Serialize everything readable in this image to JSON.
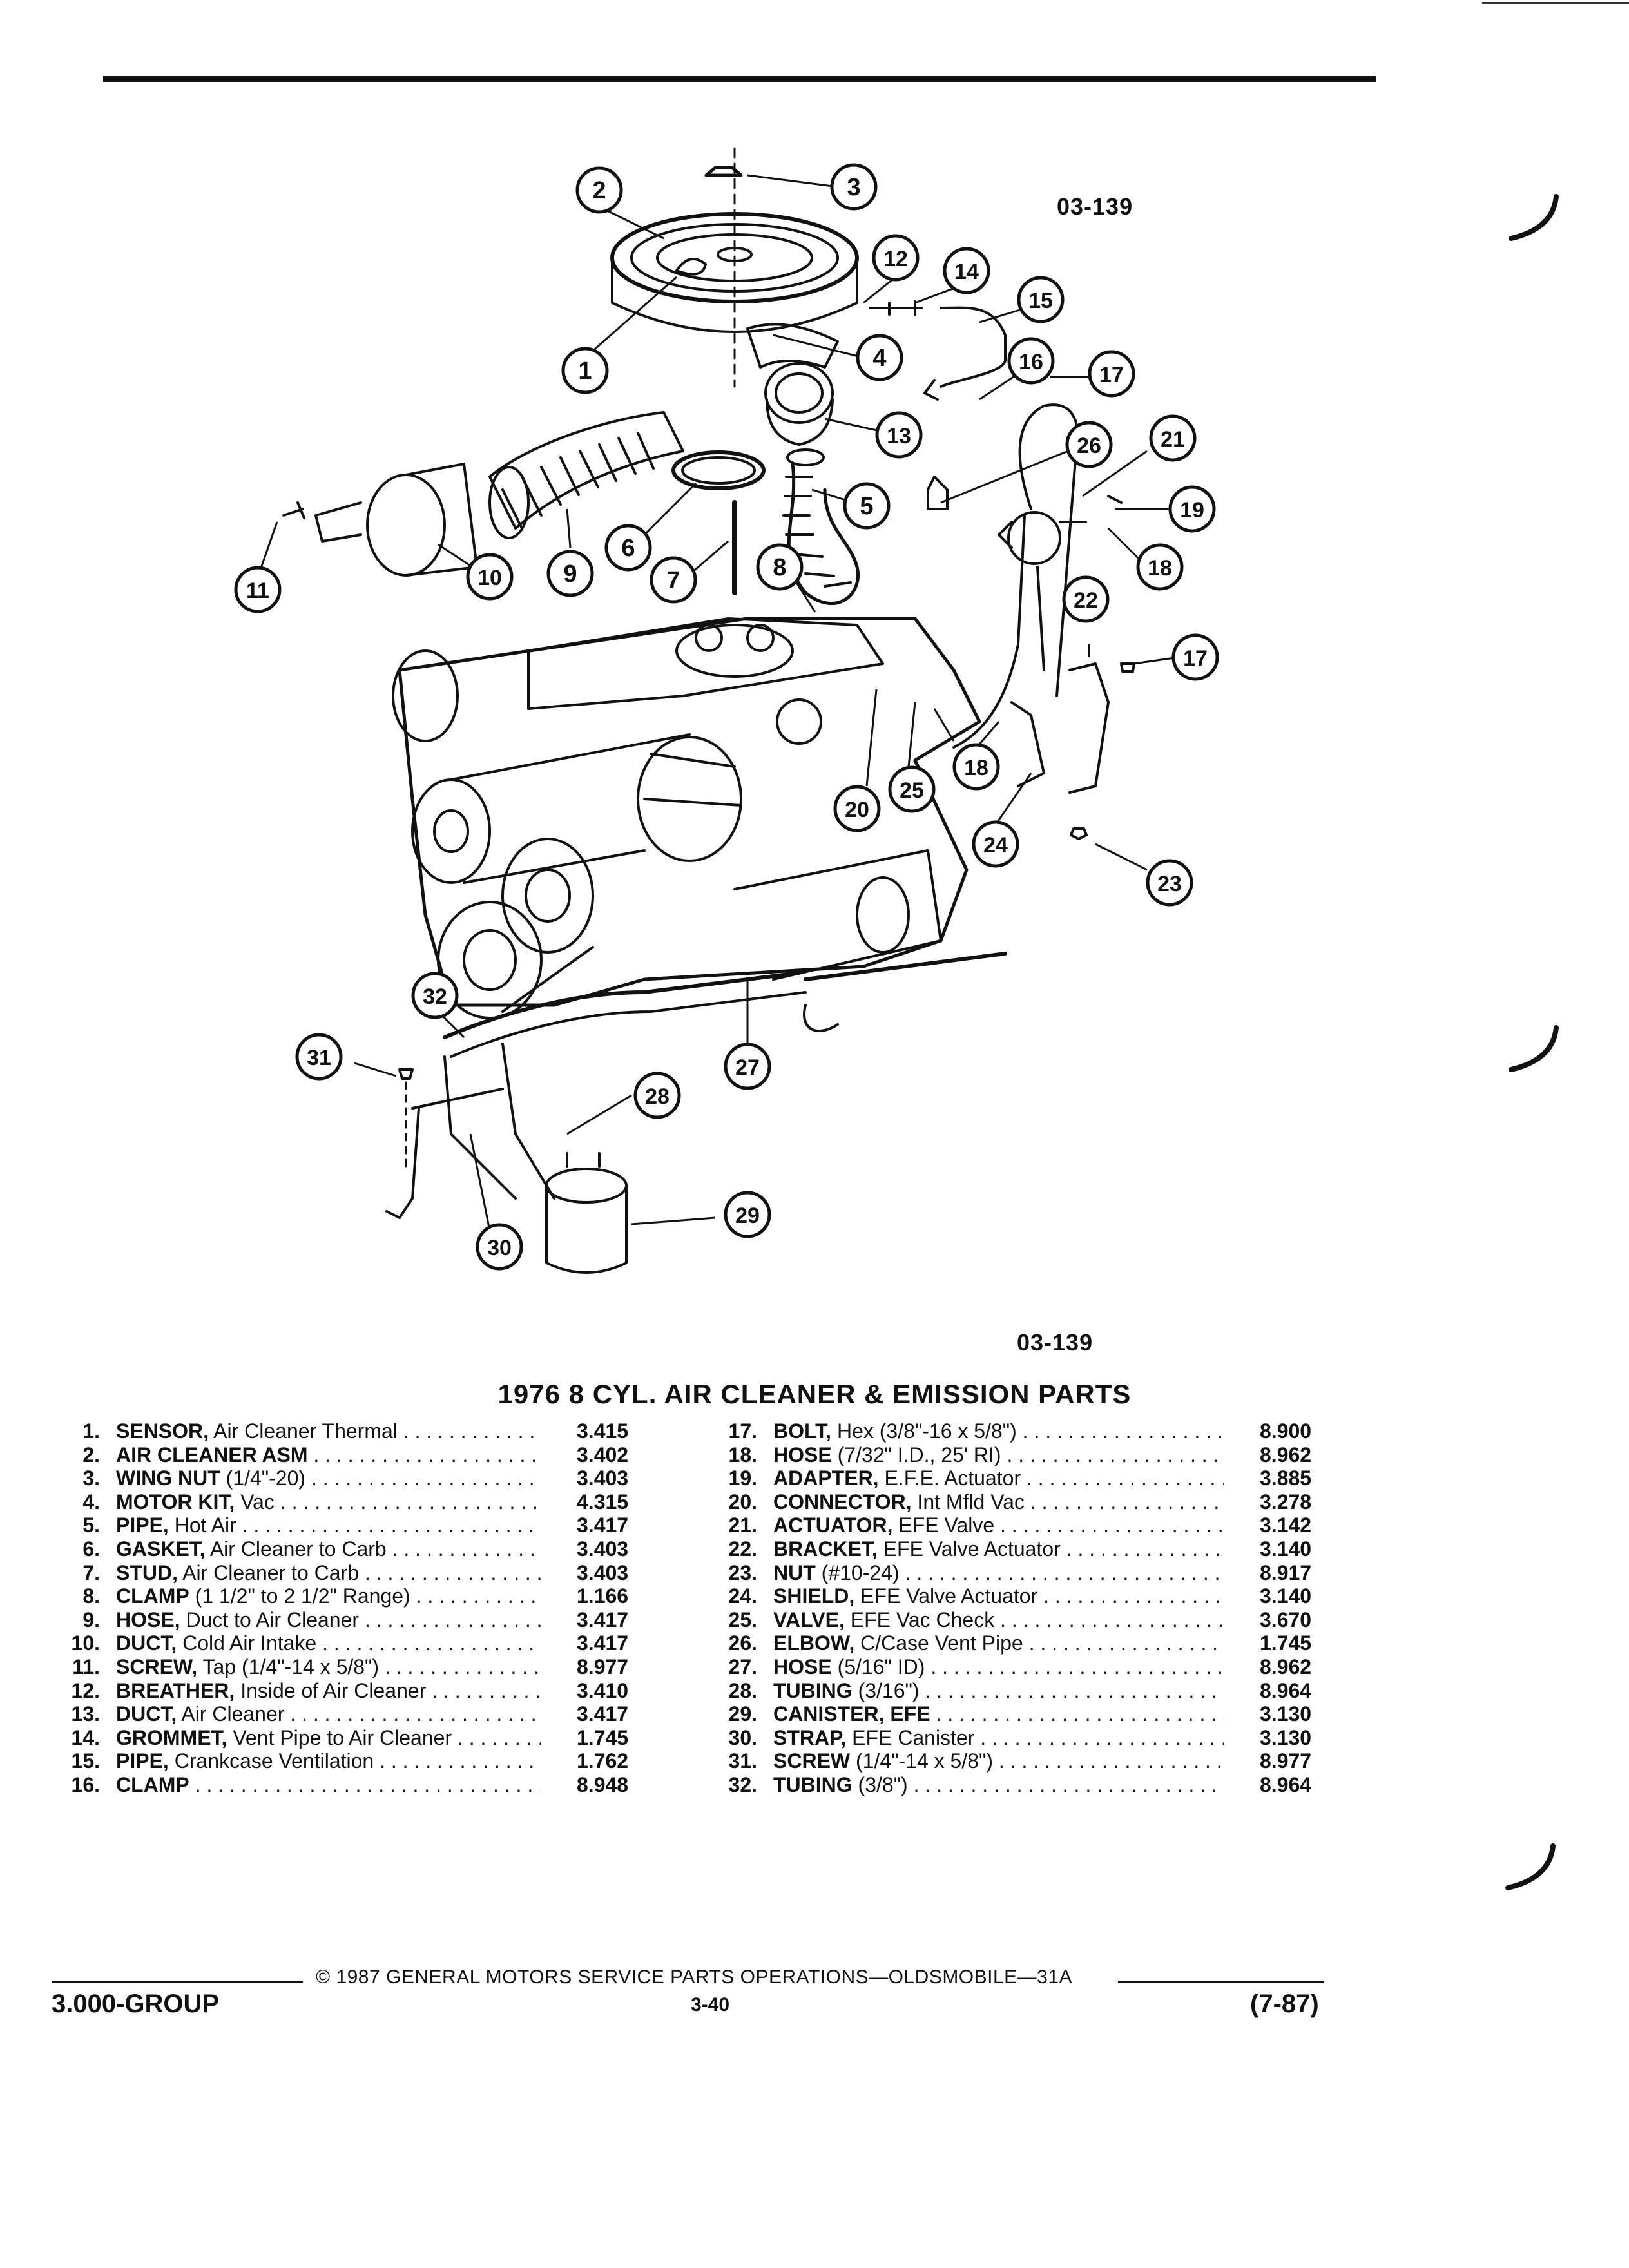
{
  "header": {
    "figure_code_top": "03-139"
  },
  "diagram": {
    "callouts": [
      "1",
      "2",
      "3",
      "4",
      "5",
      "6",
      "7",
      "8",
      "9",
      "10",
      "11",
      "12",
      "13",
      "14",
      "15",
      "16",
      "17",
      "17",
      "18",
      "18",
      "19",
      "20",
      "21",
      "22",
      "23",
      "24",
      "25",
      "26",
      "27",
      "28",
      "29",
      "30",
      "31",
      "32"
    ]
  },
  "caption": {
    "figure_code_bottom": "03-139",
    "title": "1976 8 CYL. AIR CLEANER & EMISSION PARTS"
  },
  "parts_left": [
    {
      "num": "1.",
      "name": "SENSOR,",
      "detail": " Air Cleaner Thermal",
      "price": "3.415"
    },
    {
      "num": "2.",
      "name": "AIR CLEANER ASM",
      "detail": "",
      "price": "3.402"
    },
    {
      "num": "3.",
      "name": "WING NUT",
      "detail": " (1/4\"-20)",
      "price": "3.403"
    },
    {
      "num": "4.",
      "name": "MOTOR KIT,",
      "detail": " Vac",
      "price": "4.315"
    },
    {
      "num": "5.",
      "name": "PIPE,",
      "detail": " Hot Air",
      "price": "3.417"
    },
    {
      "num": "6.",
      "name": "GASKET,",
      "detail": " Air Cleaner to Carb",
      "price": "3.403"
    },
    {
      "num": "7.",
      "name": "STUD,",
      "detail": " Air Cleaner to Carb",
      "price": "3.403"
    },
    {
      "num": "8.",
      "name": "CLAMP",
      "detail": " (1 1/2\" to 2 1/2\" Range)",
      "price": "1.166"
    },
    {
      "num": "9.",
      "name": "HOSE,",
      "detail": " Duct to Air Cleaner",
      "price": "3.417"
    },
    {
      "num": "10.",
      "name": "DUCT,",
      "detail": " Cold Air Intake",
      "price": "3.417"
    },
    {
      "num": "11.",
      "name": "SCREW,",
      "detail": " Tap (1/4\"-14 x 5/8\")",
      "price": "8.977"
    },
    {
      "num": "12.",
      "name": "BREATHER,",
      "detail": " Inside of Air Cleaner",
      "price": "3.410"
    },
    {
      "num": "13.",
      "name": "DUCT,",
      "detail": " Air Cleaner",
      "price": "3.417"
    },
    {
      "num": "14.",
      "name": "GROMMET,",
      "detail": " Vent Pipe to Air Cleaner",
      "price": "1.745"
    },
    {
      "num": "15.",
      "name": "PIPE,",
      "detail": " Crankcase Ventilation",
      "price": "1.762"
    },
    {
      "num": "16.",
      "name": "CLAMP",
      "detail": "",
      "price": "8.948"
    }
  ],
  "parts_right": [
    {
      "num": "17.",
      "name": "BOLT,",
      "detail": " Hex (3/8\"-16 x 5/8\")",
      "price": "8.900"
    },
    {
      "num": "18.",
      "name": "HOSE",
      "detail": " (7/32\" I.D., 25' RI)",
      "price": "8.962"
    },
    {
      "num": "19.",
      "name": "ADAPTER,",
      "detail": " E.F.E. Actuator",
      "price": "3.885"
    },
    {
      "num": "20.",
      "name": "CONNECTOR,",
      "detail": " Int Mfld Vac",
      "price": "3.278"
    },
    {
      "num": "21.",
      "name": "ACTUATOR,",
      "detail": " EFE Valve",
      "price": "3.142"
    },
    {
      "num": "22.",
      "name": "BRACKET,",
      "detail": " EFE Valve Actuator",
      "price": "3.140"
    },
    {
      "num": "23.",
      "name": "NUT",
      "detail": " (#10-24)",
      "price": "8.917"
    },
    {
      "num": "24.",
      "name": "SHIELD,",
      "detail": " EFE Valve Actuator",
      "price": "3.140"
    },
    {
      "num": "25.",
      "name": "VALVE,",
      "detail": " EFE Vac Check",
      "price": "3.670"
    },
    {
      "num": "26.",
      "name": "ELBOW,",
      "detail": " C/Case Vent Pipe",
      "price": "1.745"
    },
    {
      "num": "27.",
      "name": "HOSE",
      "detail": " (5/16\" ID)",
      "price": "8.962"
    },
    {
      "num": "28.",
      "name": "TUBING",
      "detail": " (3/16\")",
      "price": "8.964"
    },
    {
      "num": "29.",
      "name": "CANISTER, EFE",
      "detail": "",
      "price": "3.130"
    },
    {
      "num": "30.",
      "name": "STRAP,",
      "detail": " EFE Canister",
      "price": "3.130"
    },
    {
      "num": "31.",
      "name": "SCREW",
      "detail": " (1/4\"-14 x 5/8\")",
      "price": "8.977"
    },
    {
      "num": "32.",
      "name": "TUBING",
      "detail": " (3/8\")",
      "price": "8.964"
    }
  ],
  "footer": {
    "copyright": "© 1987 GENERAL MOTORS SERVICE PARTS OPERATIONS—OLDSMOBILE—31A",
    "group": "3.000-GROUP",
    "page": "3-40",
    "date": "(7-87)"
  }
}
